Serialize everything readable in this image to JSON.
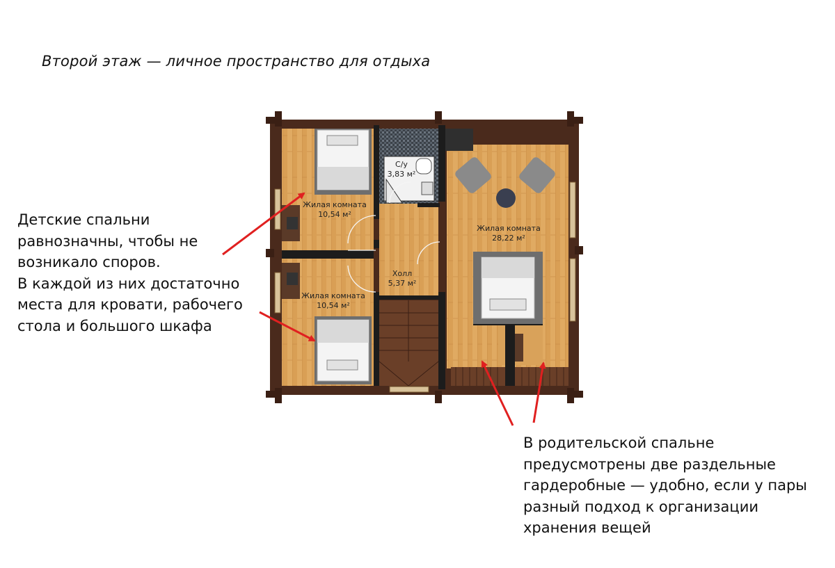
{
  "title": "Второй этаж — личное пространство для отдыха",
  "notes": {
    "kids": [
      "Детские спальни",
      "равнозначны, чтобы не",
      "возникало споров.",
      "В каждой из них достаточно",
      "места для кровати, рабочего",
      "стола и большого шкафа"
    ],
    "parents": [
      "В родительской спальне",
      "предусмотрены две раздельные",
      "гардеробные — удобно, если у пары",
      "разный подход к организации",
      "хранения вещей"
    ]
  },
  "rooms": {
    "kids1": {
      "name": "Жилая комната",
      "area": "10,54 м²"
    },
    "kids2": {
      "name": "Жилая комната",
      "area": "10,54 м²"
    },
    "bath": {
      "name": "С/у",
      "area": "3,83 м²"
    },
    "hall": {
      "name": "Холл",
      "area": "5,37 м²"
    },
    "master": {
      "name": "Жилая комната",
      "area": "28,22 м²"
    }
  },
  "colors": {
    "wood_floor": "#e0aa62",
    "wall_log": "#4a2a1c",
    "partition": "#1c1c1c",
    "arrow": "#e02020"
  }
}
